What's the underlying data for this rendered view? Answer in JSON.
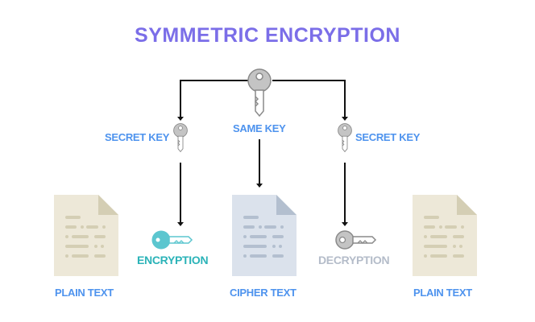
{
  "title": "SYMMETRIC ENCRYPTION",
  "labels": {
    "same_key": "SAME KEY",
    "secret_key_left": "SECRET KEY",
    "secret_key_right": "SECRET KEY",
    "encryption": "ENCRYPTION",
    "decryption": "DECRYPTION",
    "plain_text_left": "PLAIN TEXT",
    "cipher_text": "CIPHER TEXT",
    "plain_text_right": "PLAIN TEXT"
  },
  "icons": {
    "same_key": "key-icon",
    "secret_key_left": "key-icon",
    "secret_key_right": "key-icon",
    "encryption": "key-icon",
    "decryption": "key-icon",
    "plain_text_left": "document-icon",
    "cipher_text": "document-icon",
    "plain_text_right": "document-icon"
  },
  "colors": {
    "title": "#7b6ee8",
    "label": "#4e93ee",
    "encryption": "#2bb3b8",
    "decryption": "#b4bcc9",
    "key_gray": "#c4c4c4",
    "plain_doc": "#ede8d8",
    "plain_doc_fold": "#d4ceb4",
    "cipher_doc": "#dbe2ec",
    "cipher_doc_fold": "#b3bfcf"
  }
}
